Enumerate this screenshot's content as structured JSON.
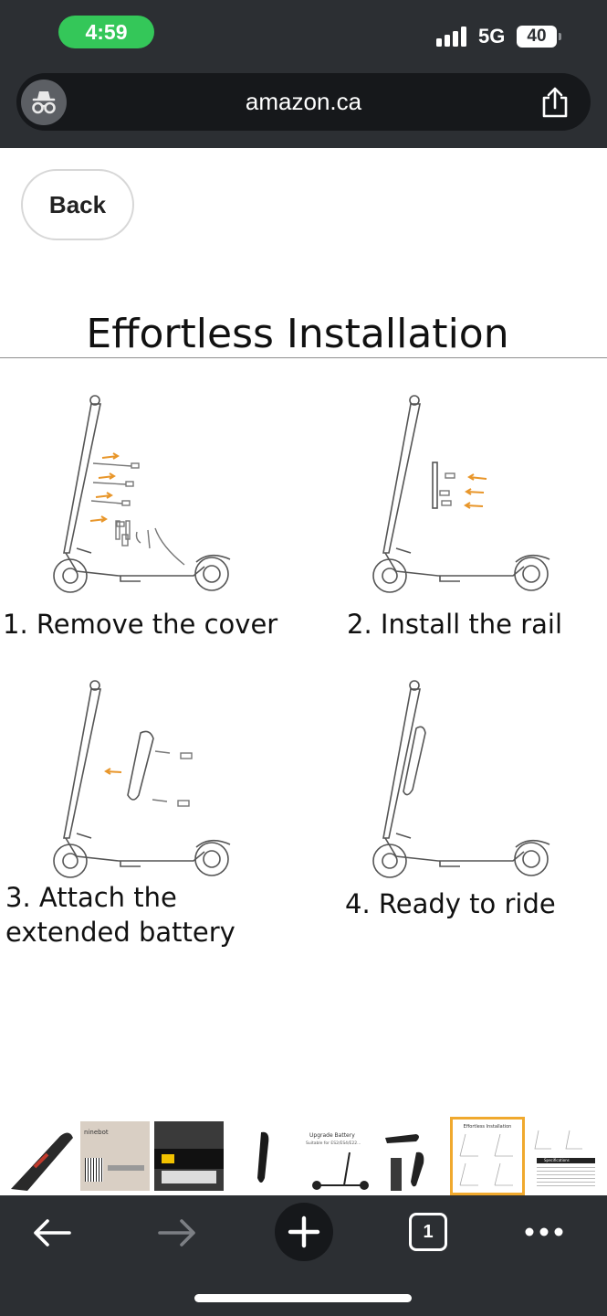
{
  "status_bar": {
    "time": "4:59",
    "network": "5G",
    "battery": "40",
    "time_pill_color": "#34c759"
  },
  "browser": {
    "url": "amazon.ca",
    "left_icon": "incognito-icon",
    "right_icon": "share-icon",
    "tab_count": "1"
  },
  "page": {
    "back_label": "Back",
    "heading": "Effortless Installation",
    "steps": [
      {
        "lines": [
          "1. Remove the cover"
        ]
      },
      {
        "lines": [
          "2. Install the rail"
        ]
      },
      {
        "lines": [
          "3. Attach the",
          "extended battery"
        ]
      },
      {
        "lines": [
          "4. Ready to ride"
        ]
      }
    ],
    "arrow_color": "#e8962a"
  },
  "gallery": {
    "thumbnails": [
      {
        "name": "battery-on-scooter-thumbnail"
      },
      {
        "name": "box-label-thumbnail",
        "text": "ninebot"
      },
      {
        "name": "battery-label-thumbnail"
      },
      {
        "name": "battery-side-thumbnail"
      },
      {
        "name": "upgrade-battery-thumbnail",
        "text": "Upgrade Battery",
        "subtext": "Suitable for ES2/ES4/E22..."
      },
      {
        "name": "mounted-battery-thumbnail"
      },
      {
        "name": "effortless-installation-thumbnail",
        "selected": true,
        "text": "Effortless Installation"
      },
      {
        "name": "specifications-thumbnail",
        "text": "Specifications"
      }
    ],
    "selected_color": "#f0a92e"
  },
  "toolbar": {
    "items": [
      "back-arrow-icon",
      "forward-arrow-icon",
      "new-tab-plus-icon",
      "tabs-icon",
      "more-icon"
    ]
  }
}
